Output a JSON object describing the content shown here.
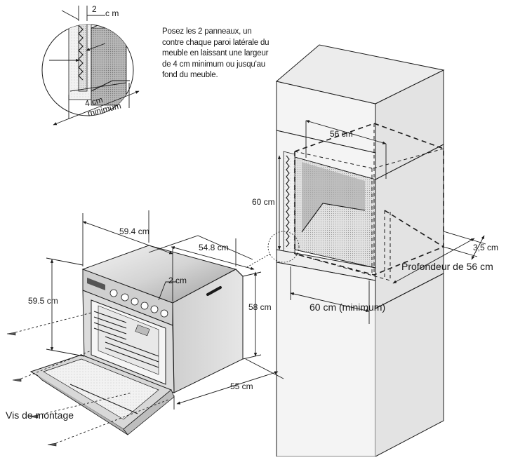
{
  "instructions": {
    "lines": [
      "Posez les 2 panneaux, un",
      "contre chaque paroi latérale du",
      "meuble en laissant une largeur",
      "de 4 cm minimum ou jusqu'au",
      "fond du meuble."
    ]
  },
  "detail": {
    "gap_value": "2",
    "gap_unit": "c m",
    "min_value": "4 cm",
    "min_word": "minimum"
  },
  "oven": {
    "width": "59.4 cm",
    "depth": "54.8 cm",
    "height": "59.5 cm",
    "frame": "2 cm",
    "body_height": "58 cm",
    "body_depth": "55 cm",
    "screws": "Vis de montage"
  },
  "cabinet": {
    "inner_width": "56 cm",
    "height": "60 cm",
    "side_gap": "3,5 cm",
    "depth": "Profondeur de 56 cm",
    "width_min": "60 cm (minimum)"
  },
  "colors": {
    "line": "#1a1a1a",
    "cabinet_fill": "#f1f1f1",
    "cavity_fill": "#bdbdbd",
    "oven_fill": "#d9d9d9"
  }
}
